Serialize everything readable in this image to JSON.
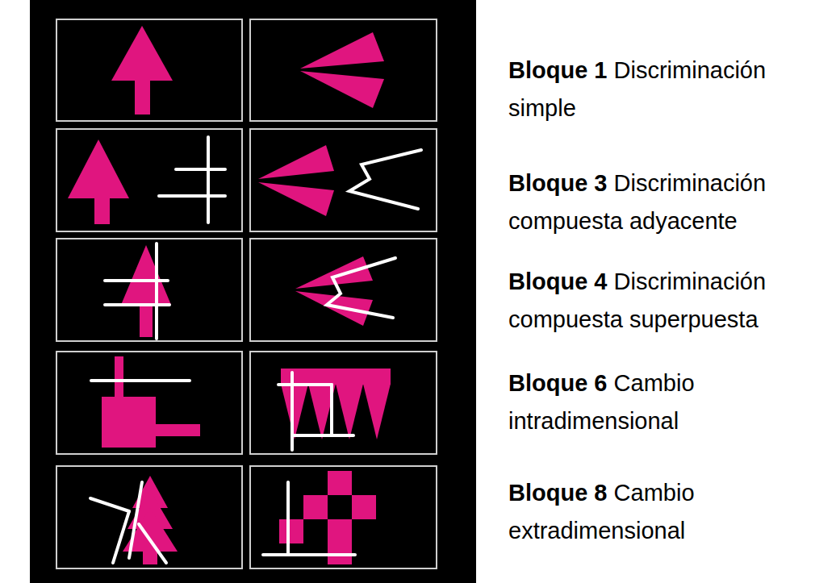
{
  "diagram": {
    "labels": [
      "Bloque 1",
      "Discriminación simple",
      "Bloque 3",
      "Discriminación compuesta adyacente",
      "Bloque 4",
      "Discriminación compuesta superpuesta",
      "Bloque 6",
      "Cambio intradimensional",
      "Bloque 8",
      "Cambio extradimensional"
    ]
  }
}
